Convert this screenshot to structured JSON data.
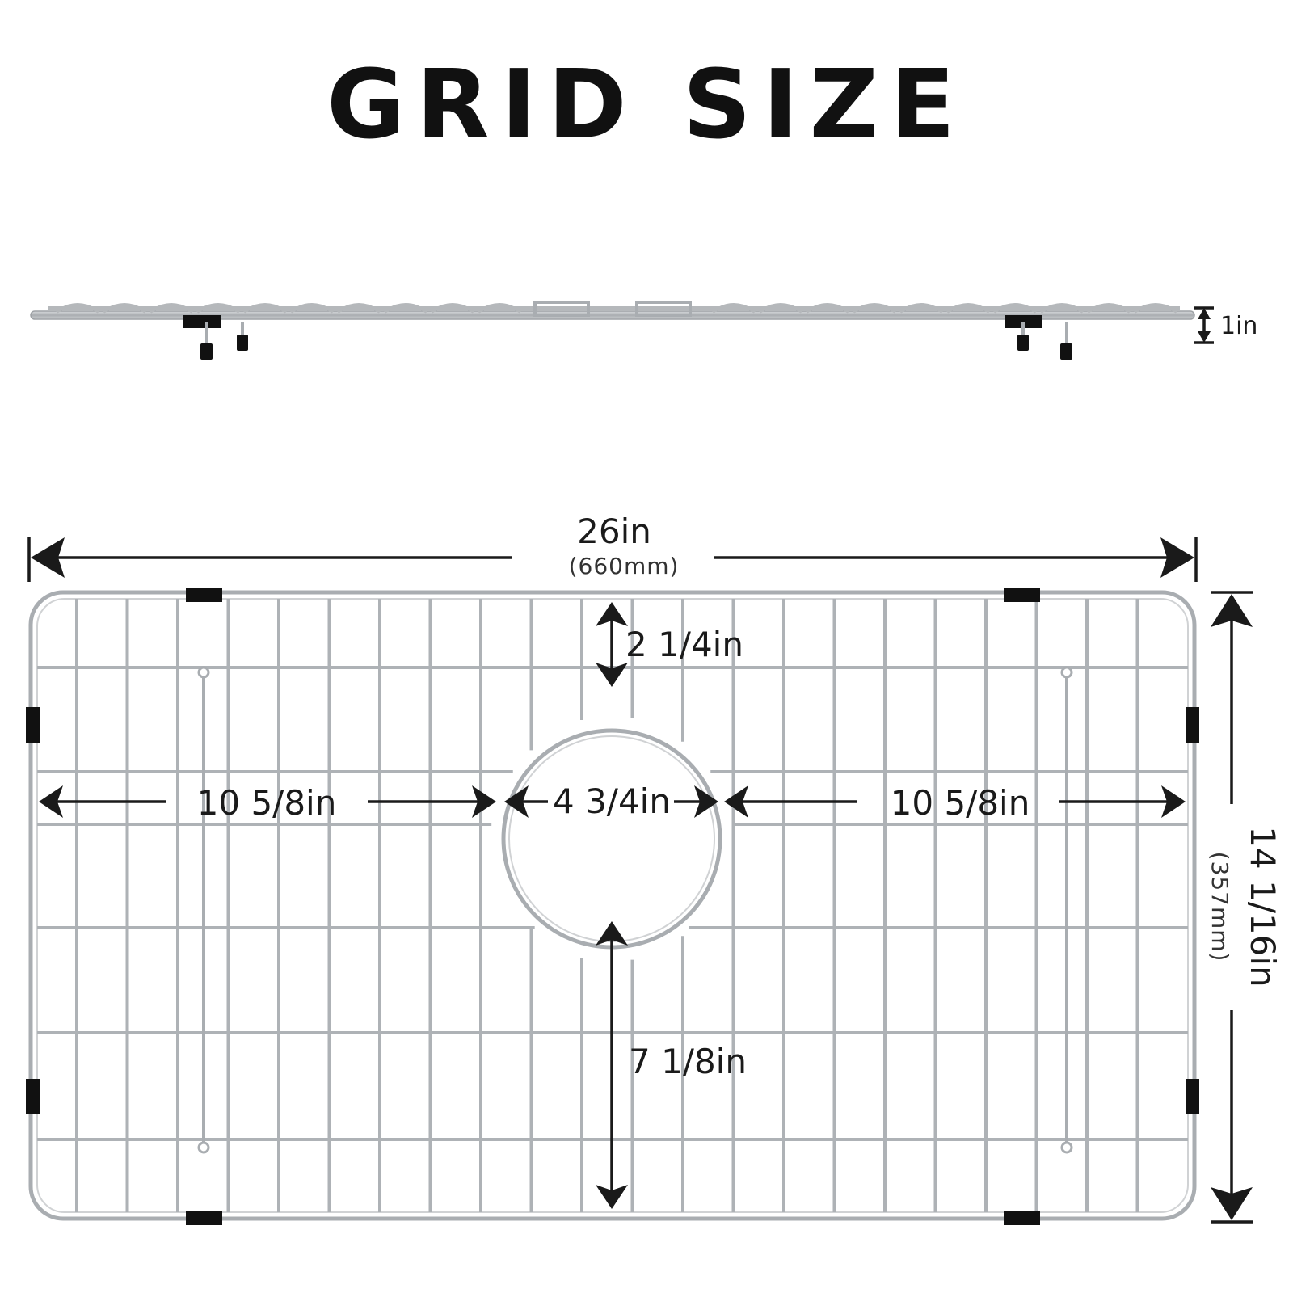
{
  "title": "GRID SIZE",
  "dimensions": {
    "height": "1in",
    "overall_width": "26in",
    "overall_width_metric": "(660mm)",
    "overall_depth": "14 1/16in",
    "overall_depth_metric": "(357mm)",
    "top_to_drain": "2 1/4in",
    "drain_diameter": "4 3/4in",
    "left_to_drain": "10 5/8in",
    "right_to_drain": "10 5/8in",
    "drain_to_bottom": "7 1/8in"
  },
  "colors": {
    "wire": "#b5b8bb",
    "bumper": "#111111",
    "arrow": "#1a1a1a",
    "background": "#ffffff"
  }
}
